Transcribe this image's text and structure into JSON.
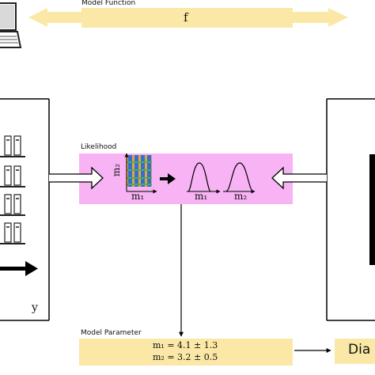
{
  "model_function": {
    "caption": "Model Function",
    "symbol": "f"
  },
  "likelihood": {
    "caption": "Likelihood"
  },
  "axes": {
    "grid_y": "m₂",
    "grid_x": "m₁",
    "dist1_x": "m₁",
    "dist2_x": "m₂"
  },
  "left_panel": {
    "label": "y"
  },
  "model_parameter": {
    "caption": "Model Parameter",
    "line1": "m₁ = 4.1 ± 1.3",
    "line2": "m₂ = 3.2 ± 0.5"
  },
  "right_output": {
    "label": "Dia"
  },
  "colors": {
    "band_yellow": "#fbe8a6",
    "likelihood_pink": "#f7b3f4",
    "black": "#000000"
  }
}
